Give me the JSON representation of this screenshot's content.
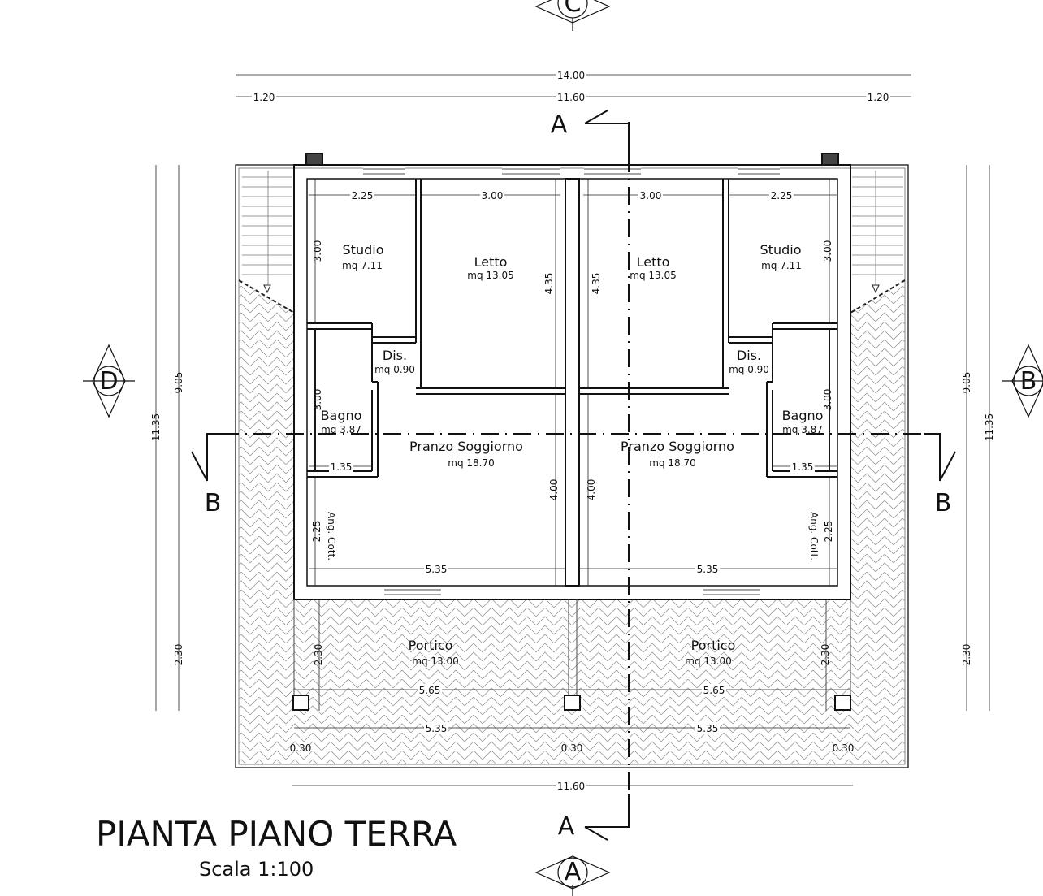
{
  "title": "PIANTA PIANO TERRA",
  "scale": "Scala 1:100",
  "rooms": {
    "studio_left": "Studio",
    "studio_left_area": "mq 7.11",
    "letto_left": "Letto",
    "letto_left_area": "mq 13.05",
    "dis_left": "Dis.",
    "dis_left_area": "mq 0.90",
    "bagno_left": "Bagno",
    "bagno_left_area": "mq 3.87",
    "pranzo_left": "Pranzo Soggiorno",
    "pranzo_left_area": "mq 18.70",
    "ang_left": "Ang. Cott.",
    "portico_left": "Portico",
    "portico_left_area": "mq 13.00",
    "letto_right": "Letto",
    "letto_right_area": "mq 13.05",
    "studio_right": "Studio",
    "studio_right_area": "mq 7.11",
    "dis_right": "Dis.",
    "dis_right_area": "mq 0.90",
    "bagno_right": "Bagno",
    "bagno_right_area": "mq 3.87",
    "pranzo_right": "Pranzo Soggiorno",
    "pranzo_right_area": "mq 18.70",
    "ang_right": "Ang. Cott.",
    "portico_right": "Portico",
    "portico_right_area": "mq 13.00"
  },
  "dimensions": {
    "total_width": "14.00",
    "side_margin": "1.20",
    "inner_width": "11.60",
    "studio_width": "2.25",
    "letto_width": "3.00",
    "studio_height": "3.00",
    "letto_height": "4.35",
    "bagno_height": "3.00",
    "bagno_width": "1.35",
    "pranzo_height": "4.00",
    "ang_height": "2.25",
    "living_width": "5.35",
    "portico_depth": "2.30",
    "portico_span": "5.65",
    "pillar": "0.30",
    "total_depth": "11.35",
    "house_depth": "9.05"
  },
  "sections": {
    "a": "A",
    "b": "B",
    "c": "C",
    "d": "D"
  }
}
